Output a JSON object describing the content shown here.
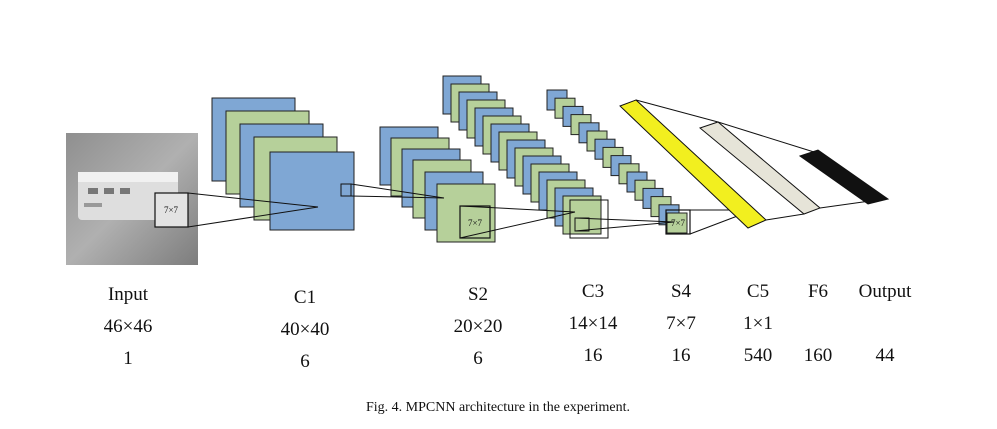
{
  "input_kernel_label": "7×7",
  "s2_kernel_label": "7×7",
  "s4_kernel_label": "7×7",
  "layers": [
    {
      "name": "Input",
      "size": "46×46",
      "maps": "1"
    },
    {
      "name": "C1",
      "size": "40×40",
      "maps": "6"
    },
    {
      "name": "S2",
      "size": "20×20",
      "maps": "6"
    },
    {
      "name": "C3",
      "size": "14×14",
      "maps": "16"
    },
    {
      "name": "S4",
      "size": "7×7",
      "maps": "16"
    },
    {
      "name": "C5",
      "size": "1×1",
      "maps": "540"
    },
    {
      "name": "F6",
      "size": "",
      "maps": "160"
    },
    {
      "name": "Output",
      "size": "",
      "maps": "44"
    }
  ],
  "caption": "Fig. 4.   MPCNN architecture in the experiment.",
  "colors": {
    "blue_map": "#7fa7d4",
    "green_map": "#b6d09a",
    "c5_bar": "#f2ef1f",
    "f6_bar": "#e6e4d8",
    "output_bar": "#111111"
  }
}
